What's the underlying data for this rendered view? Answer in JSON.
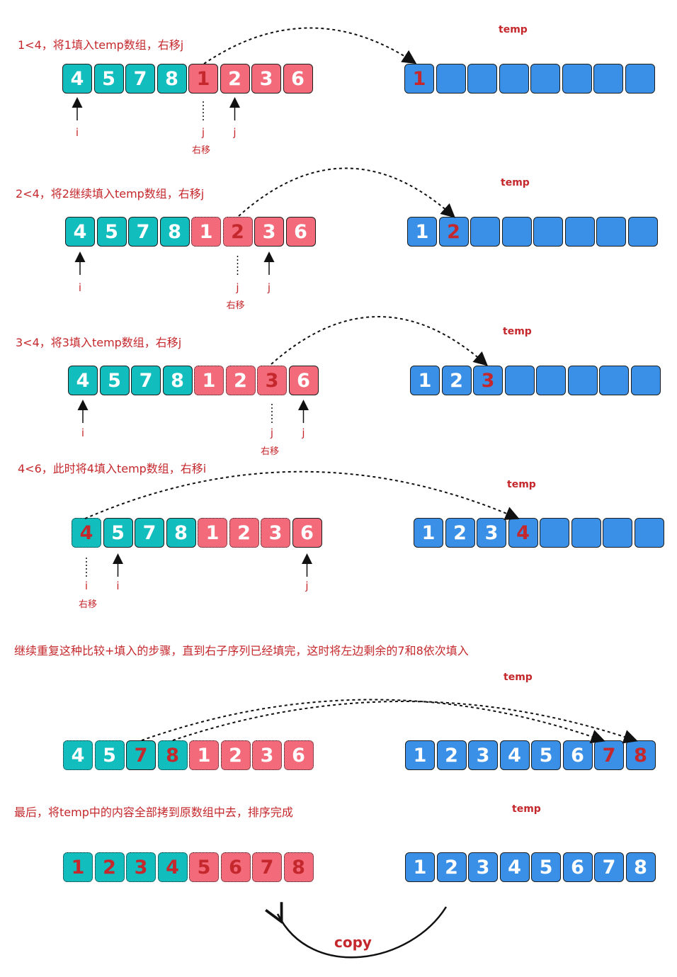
{
  "colors": {
    "teal": "#12bdbe",
    "pink": "#f36b7a",
    "blue": "#3a8fe6",
    "red": "#c5282c"
  },
  "steps": [
    {
      "caption": "1<4，将1填入temp数组，右移j",
      "temp_label": "temp",
      "left": [
        {
          "v": "4",
          "c": "teal"
        },
        {
          "v": "5",
          "c": "teal"
        },
        {
          "v": "7",
          "c": "teal"
        },
        {
          "v": "8",
          "c": "teal"
        },
        {
          "v": "1",
          "c": "pink",
          "red": true
        },
        {
          "v": "2",
          "c": "pink"
        },
        {
          "v": "3",
          "c": "pink"
        },
        {
          "v": "6",
          "c": "pink"
        }
      ],
      "right": [
        {
          "v": "1",
          "red": true
        },
        {
          "v": ""
        },
        {
          "v": ""
        },
        {
          "v": ""
        },
        {
          "v": ""
        },
        {
          "v": ""
        },
        {
          "v": ""
        },
        {
          "v": ""
        }
      ],
      "pointers": [
        {
          "label": "i",
          "idx": 0,
          "dotted": false
        },
        {
          "label": "j",
          "idx": 4,
          "dotted": true
        },
        {
          "label": "j",
          "idx": 5,
          "dotted": false
        }
      ],
      "shift_label": "右移",
      "shift_idx": 4
    },
    {
      "caption": "2<4，将2继续填入temp数组，右移j",
      "temp_label": "temp",
      "left": [
        {
          "v": "4",
          "c": "teal"
        },
        {
          "v": "5",
          "c": "teal"
        },
        {
          "v": "7",
          "c": "teal"
        },
        {
          "v": "8",
          "c": "teal"
        },
        {
          "v": "1",
          "c": "pink",
          "dotted": true
        },
        {
          "v": "2",
          "c": "pink",
          "red": true,
          "dotted": true
        },
        {
          "v": "3",
          "c": "pink"
        },
        {
          "v": "6",
          "c": "pink"
        }
      ],
      "right": [
        {
          "v": "1"
        },
        {
          "v": "2",
          "red": true
        },
        {
          "v": ""
        },
        {
          "v": ""
        },
        {
          "v": ""
        },
        {
          "v": ""
        },
        {
          "v": ""
        },
        {
          "v": ""
        }
      ],
      "pointers": [
        {
          "label": "i",
          "idx": 0,
          "dotted": false
        },
        {
          "label": "j",
          "idx": 5,
          "dotted": true
        },
        {
          "label": "j",
          "idx": 6,
          "dotted": false
        }
      ],
      "shift_label": "右移",
      "shift_idx": 5
    },
    {
      "caption": "3<4，将3填入temp数组，右移j",
      "temp_label": "temp",
      "left": [
        {
          "v": "4",
          "c": "teal"
        },
        {
          "v": "5",
          "c": "teal"
        },
        {
          "v": "7",
          "c": "teal"
        },
        {
          "v": "8",
          "c": "teal"
        },
        {
          "v": "1",
          "c": "pink",
          "dotted": true
        },
        {
          "v": "2",
          "c": "pink",
          "dotted": true
        },
        {
          "v": "3",
          "c": "pink",
          "red": true,
          "dotted": true
        },
        {
          "v": "6",
          "c": "pink"
        }
      ],
      "right": [
        {
          "v": "1"
        },
        {
          "v": "2"
        },
        {
          "v": "3",
          "red": true
        },
        {
          "v": ""
        },
        {
          "v": ""
        },
        {
          "v": ""
        },
        {
          "v": ""
        },
        {
          "v": ""
        }
      ],
      "pointers": [
        {
          "label": "i",
          "idx": 0,
          "dotted": false
        },
        {
          "label": "j",
          "idx": 6,
          "dotted": true
        },
        {
          "label": "j",
          "idx": 7,
          "dotted": false
        }
      ],
      "shift_label": "右移",
      "shift_idx": 6
    },
    {
      "caption": "4<6，此时将4填入temp数组，右移i",
      "temp_label": "temp",
      "left": [
        {
          "v": "4",
          "c": "teal",
          "red": true,
          "dotted": true
        },
        {
          "v": "5",
          "c": "teal"
        },
        {
          "v": "7",
          "c": "teal"
        },
        {
          "v": "8",
          "c": "teal"
        },
        {
          "v": "1",
          "c": "pink",
          "dotted": true
        },
        {
          "v": "2",
          "c": "pink",
          "dotted": true
        },
        {
          "v": "3",
          "c": "pink",
          "dotted": true
        },
        {
          "v": "6",
          "c": "pink"
        }
      ],
      "right": [
        {
          "v": "1"
        },
        {
          "v": "2"
        },
        {
          "v": "3"
        },
        {
          "v": "4",
          "red": true
        },
        {
          "v": ""
        },
        {
          "v": ""
        },
        {
          "v": ""
        },
        {
          "v": ""
        }
      ],
      "pointers": [
        {
          "label": "i",
          "idx": 0,
          "dotted": true
        },
        {
          "label": "i",
          "idx": 1,
          "dotted": false
        },
        {
          "label": "j",
          "idx": 7,
          "dotted": false
        }
      ],
      "shift_label": "右移",
      "shift_idx": 0
    },
    {
      "caption": "继续重复这种比较+填入的步骤，直到右子序列已经填完，这时将左边剩余的7和8依次填入",
      "temp_label": "temp",
      "left": [
        {
          "v": "4",
          "c": "teal",
          "dotted": true
        },
        {
          "v": "5",
          "c": "teal",
          "dotted": true
        },
        {
          "v": "7",
          "c": "teal",
          "red": true
        },
        {
          "v": "8",
          "c": "teal",
          "red": true,
          "dotted": true
        },
        {
          "v": "1",
          "c": "pink",
          "dotted": true
        },
        {
          "v": "2",
          "c": "pink",
          "dotted": true
        },
        {
          "v": "3",
          "c": "pink",
          "dotted": true
        },
        {
          "v": "6",
          "c": "pink",
          "dotted": true
        }
      ],
      "right": [
        {
          "v": "1"
        },
        {
          "v": "2"
        },
        {
          "v": "3"
        },
        {
          "v": "4"
        },
        {
          "v": "5"
        },
        {
          "v": "6"
        },
        {
          "v": "7",
          "red": true
        },
        {
          "v": "8",
          "red": true
        }
      ],
      "pointers": [],
      "shift_label": "",
      "shift_idx": 0
    },
    {
      "caption": "最后，将temp中的内容全部拷到原数组中去，排序完成",
      "temp_label": "temp",
      "left": [
        {
          "v": "1",
          "c": "teal",
          "red": true,
          "dotted": true
        },
        {
          "v": "2",
          "c": "teal",
          "red": true,
          "dotted": true
        },
        {
          "v": "3",
          "c": "teal",
          "red": true,
          "dotted": true
        },
        {
          "v": "4",
          "c": "teal",
          "red": true,
          "dotted": true
        },
        {
          "v": "5",
          "c": "pink",
          "red": true,
          "dotted": true
        },
        {
          "v": "6",
          "c": "pink",
          "red": true,
          "dotted": true
        },
        {
          "v": "7",
          "c": "pink",
          "red": true,
          "dotted": true
        },
        {
          "v": "8",
          "c": "pink",
          "red": true,
          "dotted": true
        }
      ],
      "right": [
        {
          "v": "1"
        },
        {
          "v": "2"
        },
        {
          "v": "3"
        },
        {
          "v": "4"
        },
        {
          "v": "5"
        },
        {
          "v": "6"
        },
        {
          "v": "7"
        },
        {
          "v": "8"
        }
      ],
      "pointers": [],
      "shift_label": "",
      "shift_idx": 0
    }
  ],
  "copy_label": "copy"
}
